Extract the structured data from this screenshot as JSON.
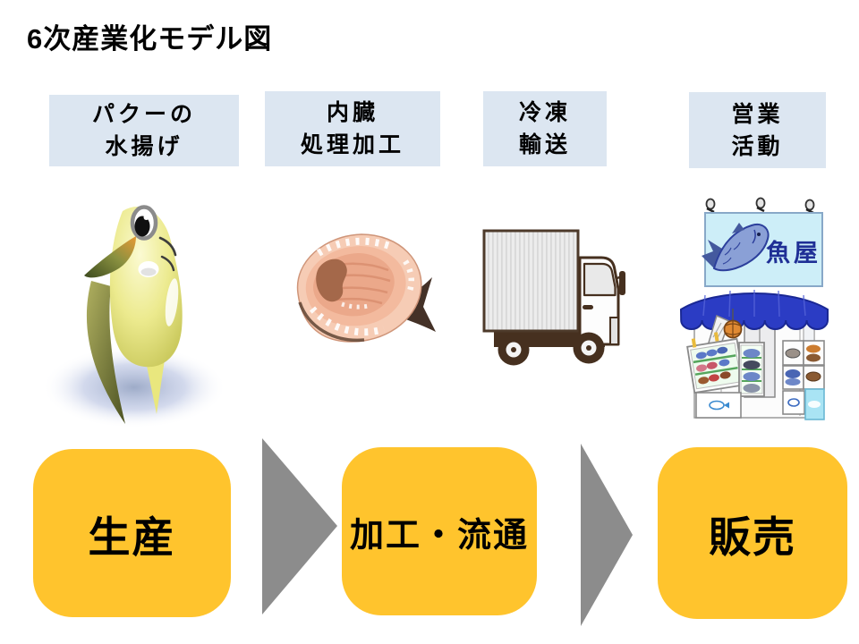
{
  "slide": {
    "title": "6次産業化モデル図"
  },
  "colors": {
    "header_bg": "#dce6f1",
    "stage_fill": "#ffc42d",
    "arrow": "#8c8c8c",
    "text": "#000000"
  },
  "process_steps": [
    {
      "line1": "パクーの",
      "line2": "水揚げ"
    },
    {
      "line1": "内臓",
      "line2": "処理加工"
    },
    {
      "line1": "冷凍",
      "line2": "輸送"
    },
    {
      "line1": "営業",
      "line2": "活動"
    }
  ],
  "stages": [
    {
      "label": "生産"
    },
    {
      "label": "加工・流通"
    },
    {
      "label": "販売"
    }
  ],
  "illustrations": {
    "pacu": {
      "icon": "pacu-fish-character-icon"
    },
    "fillet": {
      "icon": "butterflied-fish-icon"
    },
    "truck": {
      "icon": "box-truck-icon"
    },
    "shop": {
      "icon": "fish-shop-icon",
      "sign_text": "魚屋"
    }
  }
}
